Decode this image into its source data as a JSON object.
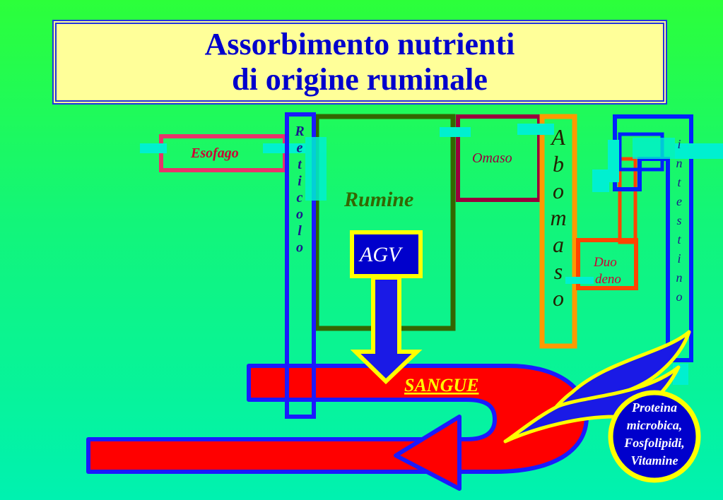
{
  "title": {
    "line1": "Assorbimento nutrienti",
    "line2": "di origine ruminale"
  },
  "labels": {
    "esofago": "Esofago",
    "rumine": "Rumine",
    "omaso": "Omaso",
    "agv": "AGV",
    "sangue": "SANGUE",
    "duo": "Duo",
    "deno": "deno",
    "reticolo": [
      "R",
      "e",
      "t",
      "i",
      "c",
      "o",
      "l",
      "o"
    ],
    "abomaso": [
      "A",
      "b",
      "o",
      "m",
      "a",
      "s",
      "o"
    ],
    "intestino": [
      "i",
      "n",
      "t",
      "e",
      "s",
      "t",
      "i",
      "n",
      "o"
    ],
    "nutrienti": [
      "Proteina",
      "microbica,",
      "Fosfolipidi,",
      "Vitamine"
    ]
  },
  "colors": {
    "background_top": "#2cff3a",
    "background_bottom": "#00f2b0",
    "title_box": "#ffff99",
    "title_text": "#0000cc",
    "esofago": "#e8336b",
    "reticolo": "#1a1aff",
    "rumine": "#336600",
    "omaso": "#99003d",
    "abomaso": "#ff9900",
    "duodeno": "#ff4400",
    "intestino": "#0022ff",
    "sangue": "#ff0000",
    "arrow": "#1a1ae6",
    "yellow": "#ffff00"
  }
}
